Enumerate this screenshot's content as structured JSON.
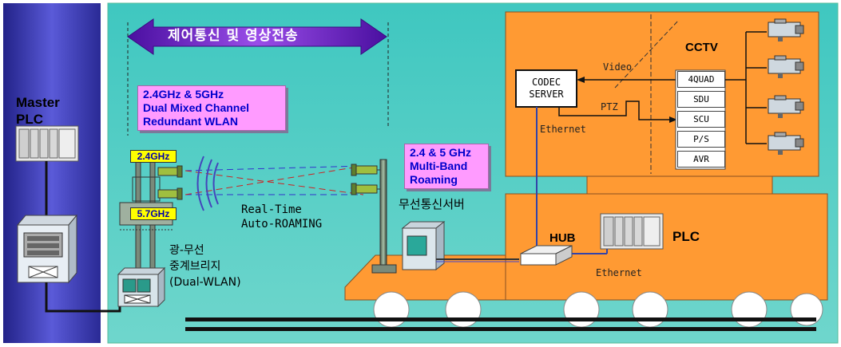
{
  "banner": "제어통신 및 영상전송",
  "master_plc_label": "Master PLC",
  "wlan_box": [
    "2.4GHz & 5GHz",
    "Dual Mixed Channel",
    "Redundant WLAN"
  ],
  "freq_24": "2.4GHz",
  "freq_57": "5.7GHz",
  "roaming_text": [
    "Real-Time",
    "Auto-ROAMING"
  ],
  "bridge_text": [
    "광-무선",
    "중계브리지",
    "(Dual-WLAN)"
  ],
  "multiband_box": [
    "2.4 & 5 GHz",
    "Multi-Band",
    "Roaming"
  ],
  "wireless_server": "무선통신서버",
  "codec_server": [
    "CODEC",
    "SERVER"
  ],
  "video_label": "Video",
  "ptz_label": "PTZ",
  "ethernet_top": "Ethernet",
  "ethernet_bottom": "Ethernet",
  "cctv_title": "CCTV",
  "cctv_units": [
    "4QUAD",
    "SDU",
    "SCU",
    "P/S",
    "AVR"
  ],
  "hub_label": "HUB",
  "plc_label": "PLC",
  "colors": {
    "left_panel": "#3333a0",
    "main_panel": "#40c4bc",
    "orange": "#ff9a33",
    "pink_box": "#ff9bff",
    "yellow_tag": "#ffff00",
    "banner": "#7a2cc8"
  }
}
